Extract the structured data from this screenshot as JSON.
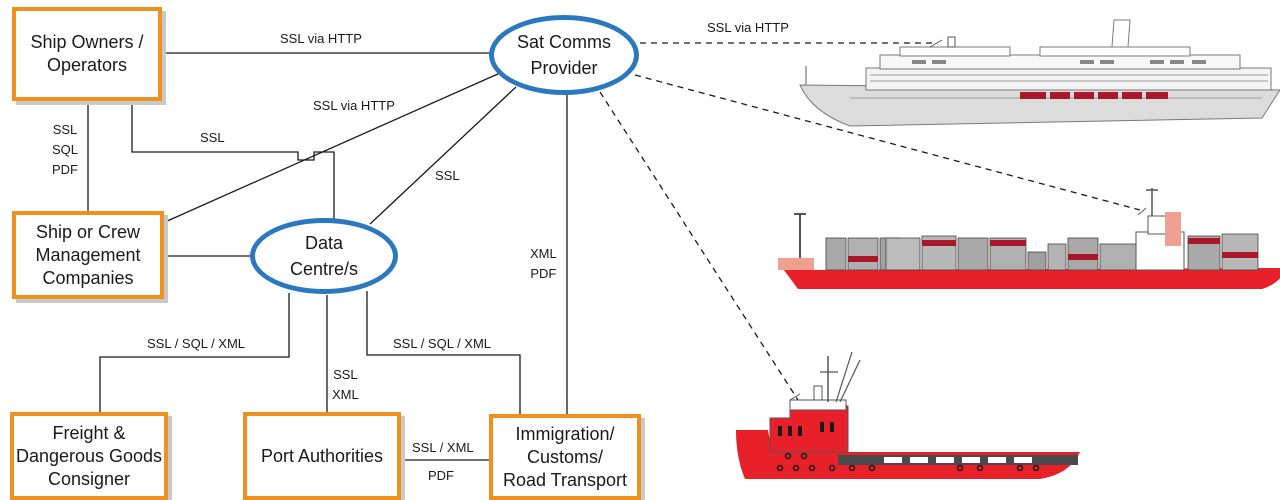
{
  "nodes": {
    "ship_owners": {
      "line1": "Ship Owners /",
      "line2": "Operators"
    },
    "ship_crew": {
      "line1": "Ship or Crew",
      "line2": "Management",
      "line3": "Companies"
    },
    "freight": {
      "line1": "Freight &",
      "line2": "Dangerous Goods",
      "line3": "Consigner"
    },
    "port": {
      "line1": "Port Authorities"
    },
    "immigration": {
      "line1": "Immigration/",
      "line2": "Customs/",
      "line3": "Road Transport"
    },
    "sat_comms": {
      "line1": "Sat Comms",
      "line2": "Provider"
    },
    "data_centre": {
      "line1": "Data",
      "line2": "Centre/s"
    }
  },
  "edge_labels": {
    "owners_sat": "SSL via HTTP",
    "sat_cruise": "SSL via HTTP",
    "crew_sat": "SSL via HTTP",
    "owners_dc": "SSL",
    "owners_crew": [
      "SSL",
      "SQL",
      "PDF"
    ],
    "sat_dc": "SSL",
    "sat_immigration": [
      "XML",
      "PDF"
    ],
    "dc_freight": "SSL / SQL / XML",
    "dc_port": [
      "SSL",
      "XML"
    ],
    "dc_immigration": "SSL / SQL / XML",
    "port_immigration_top": "SSL / XML",
    "port_immigration_bottom": "PDF"
  },
  "vessels": [
    "cruise-ship",
    "container-ship",
    "offshore-supply-vessel"
  ],
  "colors": {
    "box_border": "#f0901e",
    "ellipse_border": "#2a79c0",
    "hull_red": "#e8202a",
    "cruise_grey": "#d6d6d6"
  }
}
